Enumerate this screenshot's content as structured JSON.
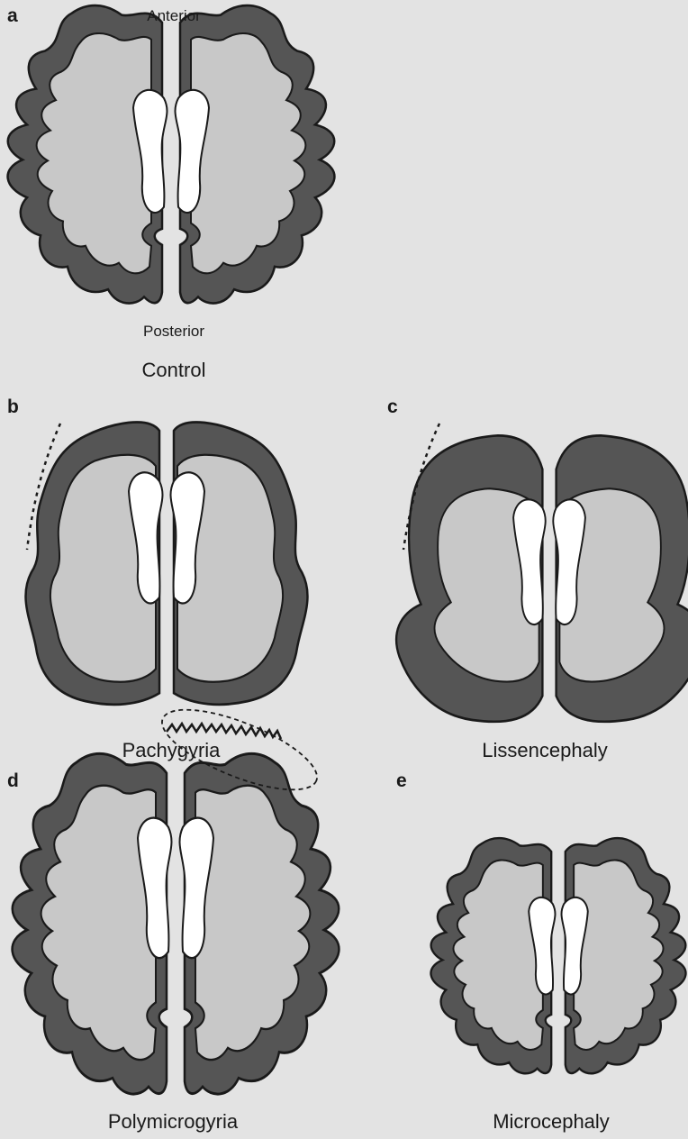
{
  "panels": [
    {
      "letter": "a",
      "caption": "Control"
    },
    {
      "letter": "b",
      "caption": "Pachygyria"
    },
    {
      "letter": "c",
      "caption": "Lissencephaly"
    },
    {
      "letter": "d",
      "caption": "Polymicrogyria"
    },
    {
      "letter": "e",
      "caption": "Microcephaly"
    }
  ],
  "orientation": {
    "top": "Anterior",
    "bottom": "Posterior"
  },
  "colors": {
    "background": "#e3e3e3",
    "cortex": "#555555",
    "white_matter": "#c8c8c8",
    "ventricle": "#ffffff",
    "outline": "#1a1a1a"
  }
}
